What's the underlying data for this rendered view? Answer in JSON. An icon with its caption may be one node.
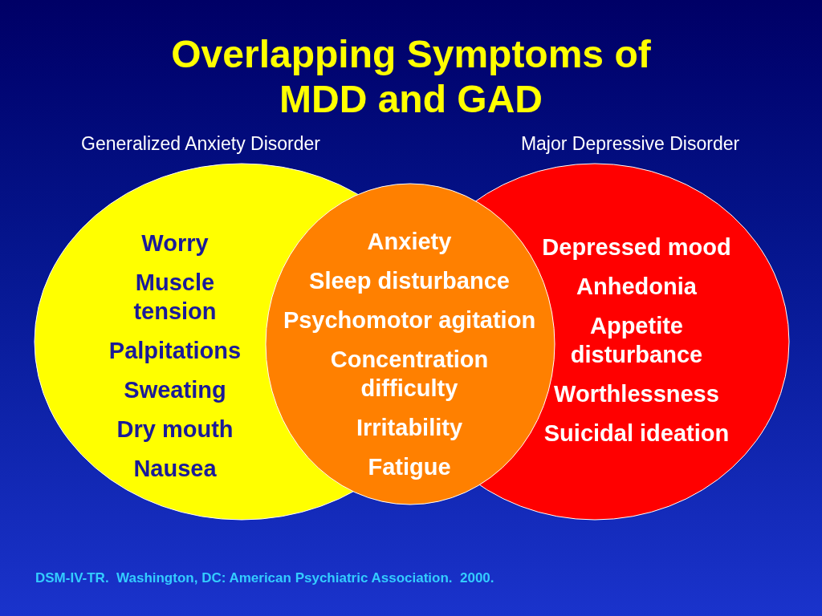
{
  "diagram": {
    "title": "Overlapping Symptoms of MDD and GAD",
    "nodes": [
      {
        "text": [
          "Generalized Anxiety Disorder",
          "Worry",
          "Muscle tension",
          "Palpitations",
          "Sweating",
          "Dry mouth",
          "Nausea"
        ]
      },
      {
        "text": [
          "Major Depressive Disorder",
          "Depressed mood",
          "Anhedonia",
          "Appetite disturbance",
          "Worthlessness",
          "Suicidal ideation"
        ]
      },
      {
        "text": [
          "Anxiety",
          "Sleep disturbance",
          "Psychomotor agitation",
          "Concentration difficulty",
          "Irritability",
          "Fatigue"
        ]
      }
    ],
    "edges": [],
    "labels": [
      "DSM-IV-TR.  Washington, DC: American Psychiatric Association.  2000."
    ]
  }
}
